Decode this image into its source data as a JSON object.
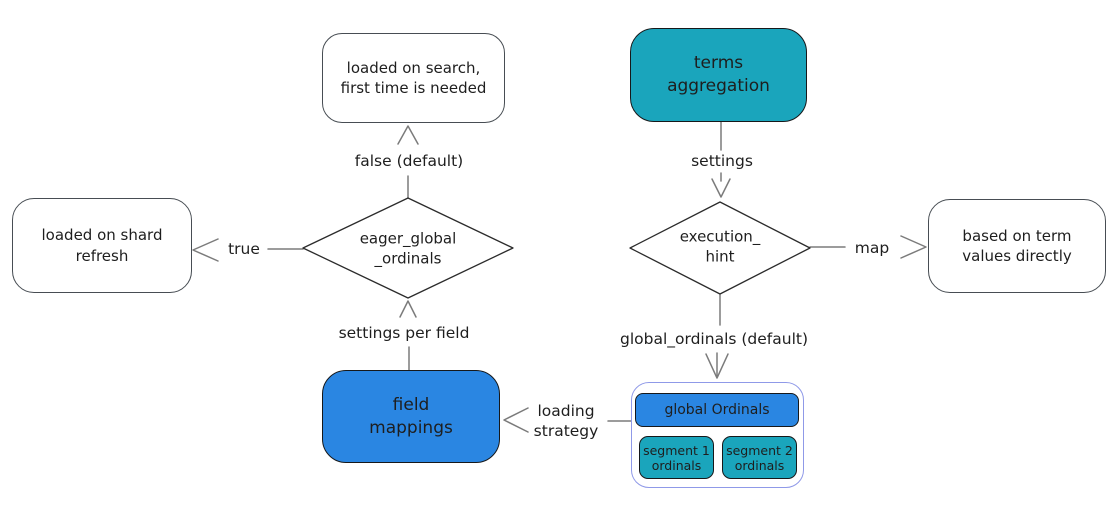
{
  "diagram": {
    "topic": "elasticsearch terms aggregation ordinals flow",
    "colors": {
      "teal_fill": "#1aa5bc",
      "blue_fill": "#2a86e2",
      "group_border": "#8f99e8",
      "node_border": "#474d53",
      "line": "#7b7b7b",
      "text": "#1e1e1e"
    },
    "nodes": {
      "terms_aggregation": {
        "label": "terms\naggregation"
      },
      "loaded_on_search": {
        "label": "loaded on search,\nfirst time is needed"
      },
      "loaded_on_shard": {
        "label": "loaded on shard\nrefresh"
      },
      "based_on_term": {
        "label": "based on term\nvalues directly"
      },
      "eager_global_ordinals": {
        "label": "eager_global\n_ordinals"
      },
      "execution_hint": {
        "label": "execution_\nhint"
      },
      "field_mappings": {
        "label": "field\nmappings"
      },
      "global_ordinals": {
        "label": "global Ordinals"
      },
      "segment_1": {
        "label": "segment 1\nordinals"
      },
      "segment_2": {
        "label": "segment 2\nordinals"
      }
    },
    "edges": {
      "false_default": {
        "label": "false (default)"
      },
      "settings": {
        "label": "settings"
      },
      "true_branch": {
        "label": "true"
      },
      "map": {
        "label": "map"
      },
      "settings_per_field": {
        "label": "settings per field"
      },
      "global_ordinals_default": {
        "label": "global_ordinals (default)"
      },
      "loading_strategy": {
        "label": "loading\nstrategy"
      }
    }
  }
}
